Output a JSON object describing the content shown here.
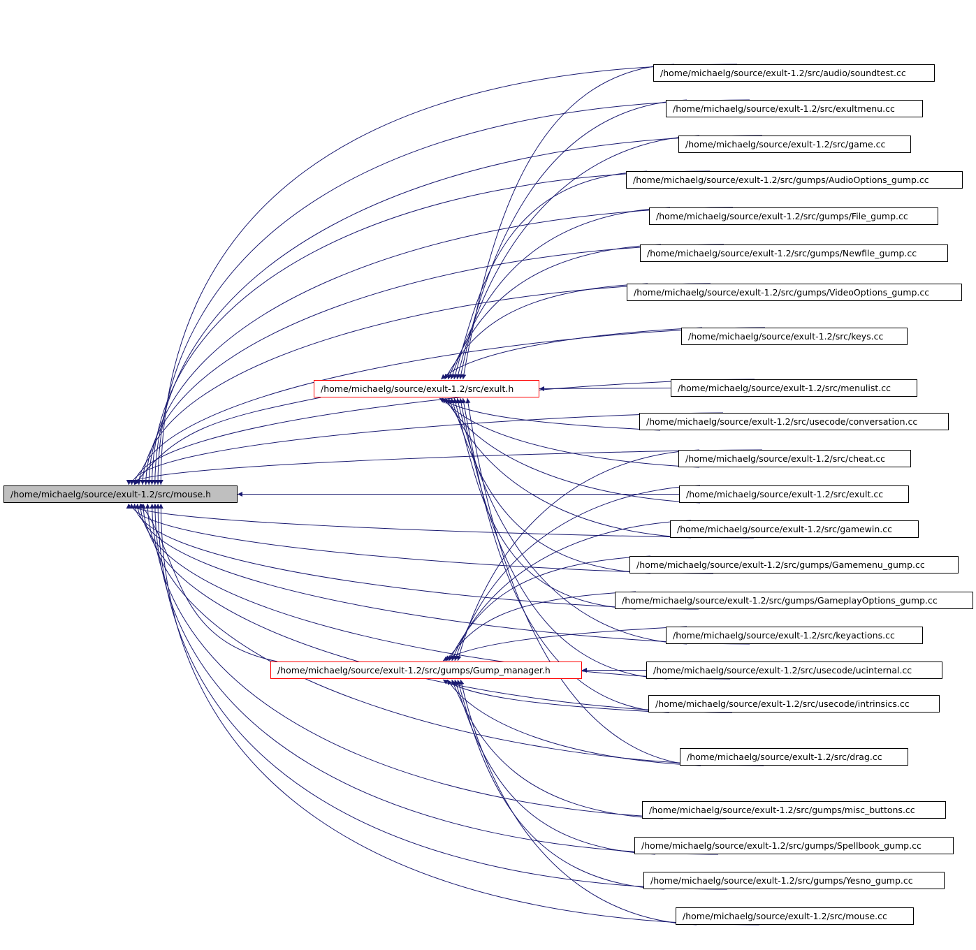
{
  "title": "Include dependency graph",
  "colors": {
    "edge": "#191970",
    "root_fill": "#bfbfbf",
    "hub_border": "#ff0000"
  },
  "nodes": {
    "mouse_h": "/home/michaelg/source/exult-1.2/src/mouse.h",
    "exult_h": "/home/michaelg/source/exult-1.2/src/exult.h",
    "gump_manager_h": "/home/michaelg/source/exult-1.2/src/gumps/Gump_manager.h",
    "soundtest": "/home/michaelg/source/exult-1.2/src/audio/soundtest.cc",
    "exultmenu": "/home/michaelg/source/exult-1.2/src/exultmenu.cc",
    "game": "/home/michaelg/source/exult-1.2/src/game.cc",
    "audiooptions": "/home/michaelg/source/exult-1.2/src/gumps/AudioOptions_gump.cc",
    "file_gump": "/home/michaelg/source/exult-1.2/src/gumps/File_gump.cc",
    "newfile_gump": "/home/michaelg/source/exult-1.2/src/gumps/Newfile_gump.cc",
    "videooptions": "/home/michaelg/source/exult-1.2/src/gumps/VideoOptions_gump.cc",
    "keys": "/home/michaelg/source/exult-1.2/src/keys.cc",
    "menulist": "/home/michaelg/source/exult-1.2/src/menulist.cc",
    "conversation": "/home/michaelg/source/exult-1.2/src/usecode/conversation.cc",
    "cheat": "/home/michaelg/source/exult-1.2/src/cheat.cc",
    "exult_cc": "/home/michaelg/source/exult-1.2/src/exult.cc",
    "gamewin": "/home/michaelg/source/exult-1.2/src/gamewin.cc",
    "gamemenu": "/home/michaelg/source/exult-1.2/src/gumps/Gamemenu_gump.cc",
    "gameplayoptions": "/home/michaelg/source/exult-1.2/src/gumps/GameplayOptions_gump.cc",
    "keyactions": "/home/michaelg/source/exult-1.2/src/keyactions.cc",
    "ucinternal": "/home/michaelg/source/exult-1.2/src/usecode/ucinternal.cc",
    "intrinsics": "/home/michaelg/source/exult-1.2/src/usecode/intrinsics.cc",
    "drag": "/home/michaelg/source/exult-1.2/src/drag.cc",
    "misc_buttons": "/home/michaelg/source/exult-1.2/src/gumps/misc_buttons.cc",
    "spellbook": "/home/michaelg/source/exult-1.2/src/gumps/Spellbook_gump.cc",
    "yesno": "/home/michaelg/source/exult-1.2/src/gumps/Yesno_gump.cc",
    "mouse_cc": "/home/michaelg/source/exult-1.2/src/mouse.cc"
  },
  "edges": [
    [
      "exult_h",
      "mouse_h"
    ],
    [
      "gump_manager_h",
      "mouse_h"
    ],
    [
      "soundtest",
      "mouse_h"
    ],
    [
      "exultmenu",
      "mouse_h"
    ],
    [
      "game",
      "mouse_h"
    ],
    [
      "audiooptions",
      "mouse_h"
    ],
    [
      "file_gump",
      "mouse_h"
    ],
    [
      "newfile_gump",
      "mouse_h"
    ],
    [
      "videooptions",
      "mouse_h"
    ],
    [
      "keys",
      "mouse_h"
    ],
    [
      "menulist",
      "mouse_h"
    ],
    [
      "conversation",
      "mouse_h"
    ],
    [
      "cheat",
      "mouse_h"
    ],
    [
      "exult_cc",
      "mouse_h"
    ],
    [
      "gamewin",
      "mouse_h"
    ],
    [
      "gamemenu",
      "mouse_h"
    ],
    [
      "gameplayoptions",
      "mouse_h"
    ],
    [
      "keyactions",
      "mouse_h"
    ],
    [
      "ucinternal",
      "mouse_h"
    ],
    [
      "intrinsics",
      "mouse_h"
    ],
    [
      "drag",
      "mouse_h"
    ],
    [
      "misc_buttons",
      "mouse_h"
    ],
    [
      "spellbook",
      "mouse_h"
    ],
    [
      "yesno",
      "mouse_h"
    ],
    [
      "mouse_cc",
      "mouse_h"
    ],
    [
      "soundtest",
      "exult_h"
    ],
    [
      "exultmenu",
      "exult_h"
    ],
    [
      "game",
      "exult_h"
    ],
    [
      "audiooptions",
      "exult_h"
    ],
    [
      "file_gump",
      "exult_h"
    ],
    [
      "newfile_gump",
      "exult_h"
    ],
    [
      "videooptions",
      "exult_h"
    ],
    [
      "keys",
      "exult_h"
    ],
    [
      "menulist",
      "exult_h"
    ],
    [
      "conversation",
      "exult_h"
    ],
    [
      "cheat",
      "exult_h"
    ],
    [
      "exult_cc",
      "exult_h"
    ],
    [
      "gamewin",
      "exult_h"
    ],
    [
      "gamemenu",
      "exult_h"
    ],
    [
      "gameplayoptions",
      "exult_h"
    ],
    [
      "keyactions",
      "exult_h"
    ],
    [
      "ucinternal",
      "exult_h"
    ],
    [
      "intrinsics",
      "exult_h"
    ],
    [
      "drag",
      "exult_h"
    ],
    [
      "cheat",
      "gump_manager_h"
    ],
    [
      "exult_cc",
      "gump_manager_h"
    ],
    [
      "gamewin",
      "gump_manager_h"
    ],
    [
      "gamemenu",
      "gump_manager_h"
    ],
    [
      "gameplayoptions",
      "gump_manager_h"
    ],
    [
      "keyactions",
      "gump_manager_h"
    ],
    [
      "ucinternal",
      "gump_manager_h"
    ],
    [
      "intrinsics",
      "gump_manager_h"
    ],
    [
      "drag",
      "gump_manager_h"
    ],
    [
      "misc_buttons",
      "gump_manager_h"
    ],
    [
      "spellbook",
      "gump_manager_h"
    ],
    [
      "yesno",
      "gump_manager_h"
    ],
    [
      "mouse_cc",
      "gump_manager_h"
    ]
  ]
}
